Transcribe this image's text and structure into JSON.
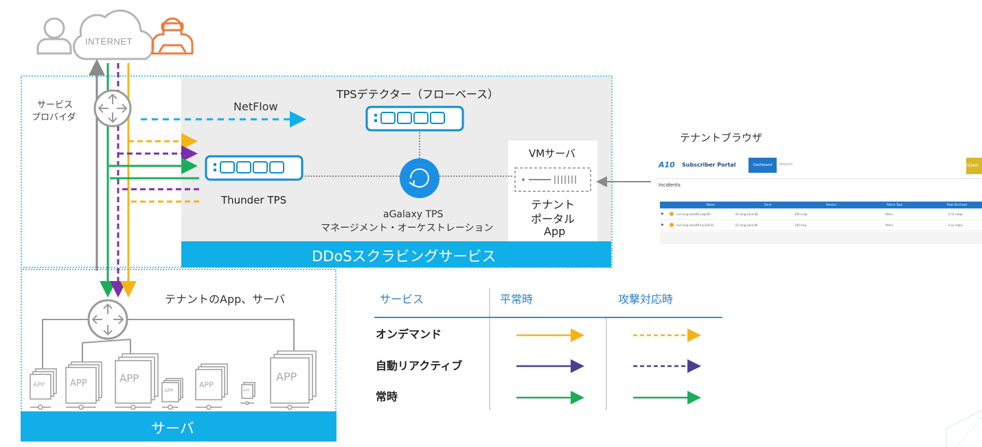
{
  "top": {
    "internet_label": "INTERNET"
  },
  "labels": {
    "service_provider": [
      "サービス",
      "プロバイダ"
    ],
    "netflow": "NetFlow",
    "tps_detector": "TPSデテクター（フローベース）",
    "thunder_tps": "Thunder TPS",
    "agalaxy": [
      "aGalaxy TPS",
      "マネージメント・オーケストレーション"
    ],
    "vm_server": "VMサーバ",
    "tenant_portal": [
      "テナント",
      "ポータル",
      "App"
    ],
    "tenant_browser": "テナントブラウザ",
    "ddos_service": "DDoSスクラビングサービス",
    "tenant_app_server": "テナントのApp、サーバ",
    "server_band": "サーバ",
    "app_label": "APP"
  },
  "portal": {
    "logo": "A10",
    "title": "Subscriber Portal",
    "tabs": [
      "Dashboard",
      "Reports"
    ],
    "user_badge": "nDem",
    "section": "Incidents",
    "columns": [
      "Name",
      "Zone",
      "Service",
      "Attack Type",
      "Peak Received"
    ],
    "rows": [
      [
        "incl-long-zone96-udp200",
        "01-long-zone-96",
        "200+udp",
        "Other",
        "0.11 mbps"
      ],
      [
        "incl-long-zone96-tcp100-01",
        "01-long-zone-96",
        "100+tcp",
        "Other",
        "0.xx mbps"
      ]
    ]
  },
  "legend": {
    "headers": [
      "サービス",
      "平常時",
      "攻撃対応時"
    ],
    "rows": [
      {
        "name": "オンデマンド",
        "color": "#f5b416"
      },
      {
        "name": "自動リアクティブ",
        "color": "#4b3f8f"
      },
      {
        "name": "常時",
        "color": "#1aae5a"
      }
    ]
  },
  "colors": {
    "orange": "#f5b416",
    "purple": "#7b2fa8",
    "green": "#1aae5a",
    "gray": "#8a8a8a",
    "blue": "#11aee8",
    "hacker": "#f07a3c"
  }
}
